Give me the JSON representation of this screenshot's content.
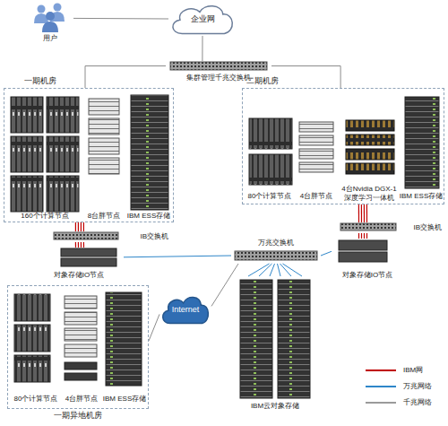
{
  "diagram": {
    "nodes": [
      {
        "text": [
          "用户"
        ]
      },
      {
        "text": [
          "企业网"
        ]
      },
      {
        "text": [
          "集群管理千兆交换机"
        ]
      },
      {
        "text": [
          "一期机房"
        ]
      },
      {
        "text": [
          "160个计算节点"
        ],
        "in": 3
      },
      {
        "text": [
          "8台胖节点"
        ],
        "in": 3
      },
      {
        "text": [
          "IBM ESS存储"
        ],
        "in": 3
      },
      {
        "text": [
          "二期机房"
        ]
      },
      {
        "text": [
          "80个计算节点"
        ],
        "in": 7
      },
      {
        "text": [
          "4台胖节点"
        ],
        "in": 7
      },
      {
        "text": [
          "4台Nvidia DGX-1 深度学习一体机"
        ],
        "in": 7
      },
      {
        "text": [
          "IBM ESS存储"
        ],
        "in": 7
      },
      {
        "text": [
          "IB交换机"
        ]
      },
      {
        "text": [
          "对象存储IO节点"
        ]
      },
      {
        "text": [
          "万兆交换机"
        ]
      },
      {
        "text": [
          "IB交换机"
        ]
      },
      {
        "text": [
          "对象存储IO节点"
        ]
      },
      {
        "text": [
          "Internet"
        ]
      },
      {
        "text": [
          "IBM云对象存储"
        ]
      },
      {
        "text": [
          "一期异地机房"
        ]
      },
      {
        "text": [
          "80个计算节点"
        ],
        "in": 19
      },
      {
        "text": [
          "4台胖节点"
        ],
        "in": 19
      },
      {
        "text": [
          "IBM ESS存储"
        ],
        "in": 19
      }
    ],
    "edges": [
      {
        "from": 0,
        "to": 1,
        "arrow": "none"
      },
      {
        "from": 1,
        "to": 2,
        "arrow": "none"
      },
      {
        "from": 2,
        "to": 3,
        "arrow": "none"
      },
      {
        "from": 2,
        "to": 7,
        "arrow": "none"
      },
      {
        "from": 3,
        "to": 12,
        "arrow": "none"
      },
      {
        "from": 12,
        "to": 13,
        "arrow": "none"
      },
      {
        "from": 13,
        "to": 14,
        "arrow": "none"
      },
      {
        "from": 7,
        "to": 15,
        "arrow": "none"
      },
      {
        "from": 15,
        "to": 16,
        "arrow": "none"
      },
      {
        "from": 16,
        "to": 14,
        "arrow": "none"
      },
      {
        "from": 14,
        "to": 18,
        "arrow": "none"
      },
      {
        "from": 14,
        "to": 17,
        "arrow": "none"
      },
      {
        "from": 17,
        "to": 19,
        "arrow": "none"
      }
    ],
    "legend": [
      {
        "text": "IBM网",
        "color": "#c00000"
      },
      {
        "text": "万兆网络",
        "color": "#2e86c9"
      },
      {
        "text": "千兆网络",
        "color": "#9a9a9a"
      }
    ]
  }
}
